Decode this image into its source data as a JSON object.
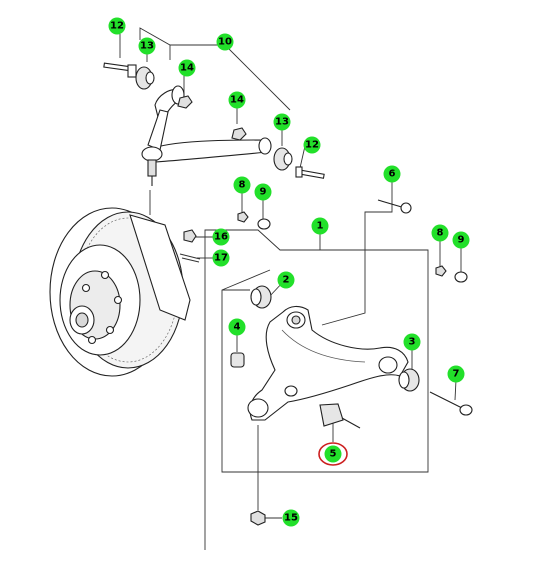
{
  "diagram": {
    "callouts": [
      {
        "id": "c12a",
        "label": "12",
        "highlighted": false
      },
      {
        "id": "c10",
        "label": "10",
        "highlighted": false
      },
      {
        "id": "c13a",
        "label": "13",
        "highlighted": false
      },
      {
        "id": "c14a",
        "label": "14",
        "highlighted": false
      },
      {
        "id": "c14b",
        "label": "14",
        "highlighted": false
      },
      {
        "id": "c13b",
        "label": "13",
        "highlighted": false
      },
      {
        "id": "c12b",
        "label": "12",
        "highlighted": false
      },
      {
        "id": "c6",
        "label": "6",
        "highlighted": false
      },
      {
        "id": "c8a",
        "label": "8",
        "highlighted": false
      },
      {
        "id": "c9a",
        "label": "9",
        "highlighted": false
      },
      {
        "id": "c1",
        "label": "1",
        "highlighted": false
      },
      {
        "id": "c16",
        "label": "16",
        "highlighted": false
      },
      {
        "id": "c17",
        "label": "17",
        "highlighted": false
      },
      {
        "id": "c8b",
        "label": "8",
        "highlighted": false
      },
      {
        "id": "c9b",
        "label": "9",
        "highlighted": false
      },
      {
        "id": "c2",
        "label": "2",
        "highlighted": false
      },
      {
        "id": "c4",
        "label": "4",
        "highlighted": false
      },
      {
        "id": "c3",
        "label": "3",
        "highlighted": false
      },
      {
        "id": "c7",
        "label": "7",
        "highlighted": false
      },
      {
        "id": "c5",
        "label": "5",
        "highlighted": true
      },
      {
        "id": "c15",
        "label": "15",
        "highlighted": false
      }
    ],
    "colors": {
      "bubble_fill": "#22e02a",
      "bubble_text": "#000000",
      "highlight_ring": "#cc1f1f",
      "line": "#333333",
      "part_fill": "#ffffff",
      "shade": "#d9d9d9"
    }
  }
}
